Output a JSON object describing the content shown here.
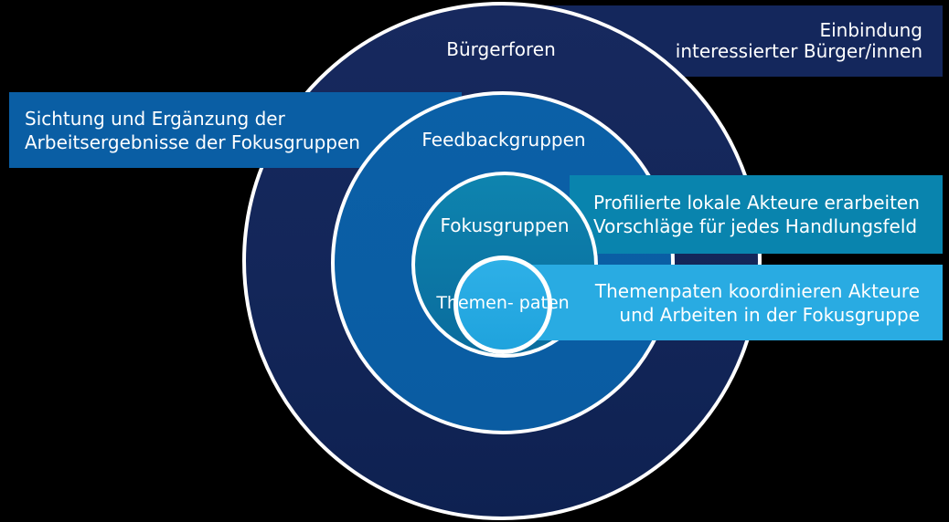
{
  "diagram": {
    "background_color": "#000000",
    "stroke_color": "#ffffff",
    "rings": [
      {
        "name": "buergerforen",
        "label": "Bürgerforen",
        "color": "#14275c"
      },
      {
        "name": "feedbackgruppen",
        "label": "Feedbackgruppen",
        "color": "#0a5ea4"
      },
      {
        "name": "fokusgruppen",
        "label": "Fokusgruppen",
        "color": "#0c7ca9"
      },
      {
        "name": "themenpaten",
        "label_line1": "Themen-",
        "label_line2": "paten",
        "color": "#29abe2"
      }
    ],
    "callouts": {
      "einbindung": {
        "lines": [
          "Einbindung",
          "interessierter Bürger/innen"
        ],
        "align": "right",
        "color": "#14275c"
      },
      "sichtung": {
        "lines": [
          "Sichtung und Ergänzung der",
          "Arbeitsergebnisse der Fokusgruppen"
        ],
        "align": "left",
        "color": "#0a5ea4"
      },
      "profilierte": {
        "lines": [
          "Profilierte lokale Akteure erarbeiten",
          "Vorschläge für jedes Handlungsfeld"
        ],
        "align": "left",
        "color": "#0984ae"
      },
      "koordination": {
        "lines": [
          "Themenpaten koordinieren Akteure",
          "und Arbeiten in der Fokusgruppe"
        ],
        "align": "right",
        "color": "#29abe2"
      }
    }
  }
}
